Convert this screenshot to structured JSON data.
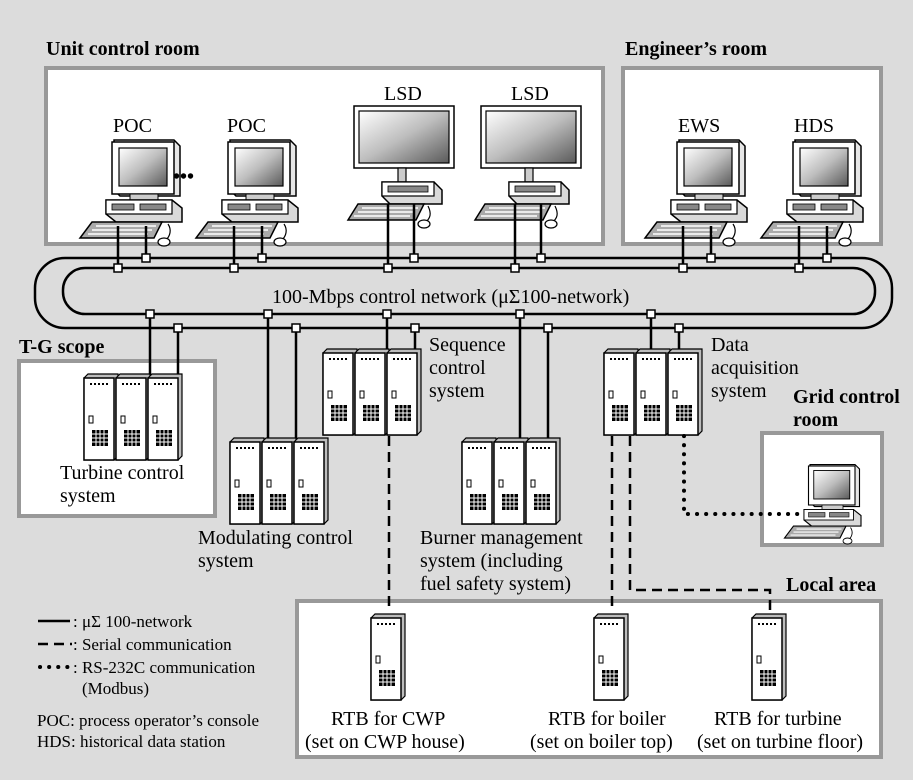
{
  "rooms": {
    "unit_control_room": "Unit control room",
    "engineers_room": "Engineer’s room",
    "tg_scope": "T-G scope",
    "grid_control_room_line1": "Grid control",
    "grid_control_room_line2": "room",
    "local_area": "Local area"
  },
  "devices": {
    "poc1": "POC",
    "poc2": "POC",
    "ellipsis": "•••",
    "lsd1": "LSD",
    "lsd2": "LSD",
    "ews": "EWS",
    "hds": "HDS"
  },
  "network_label": "100-Mbps control network (μΣ100-network)",
  "systems": {
    "turbine_line1": "Turbine control",
    "turbine_line2": "system",
    "modulating_line1": "Modulating control",
    "modulating_line2": "system",
    "sequence_line1": "Sequence",
    "sequence_line2": "control",
    "sequence_line3": "system",
    "burner_line1": "Burner management",
    "burner_line2": "system (including",
    "burner_line3": "fuel safety system)",
    "data_acq_line1": "Data",
    "data_acq_line2": "acquisition",
    "data_acq_line3": "system"
  },
  "rtbs": {
    "cwp_line1": "RTB for CWP",
    "cwp_line2": "(set on CWP house)",
    "boiler_line1": "RTB for boiler",
    "boiler_line2": "(set on boiler top)",
    "turbine_line1": "RTB for turbine",
    "turbine_line2": "(set on turbine floor)"
  },
  "legend": {
    "network": ": μΣ 100-network",
    "serial": ": Serial communication",
    "rs232_line1": ": RS-232C communication",
    "rs232_line2": "(Modbus)"
  },
  "abbreviations": {
    "poc": "POC: process operator’s console",
    "hds": "HDS: historical data station"
  }
}
